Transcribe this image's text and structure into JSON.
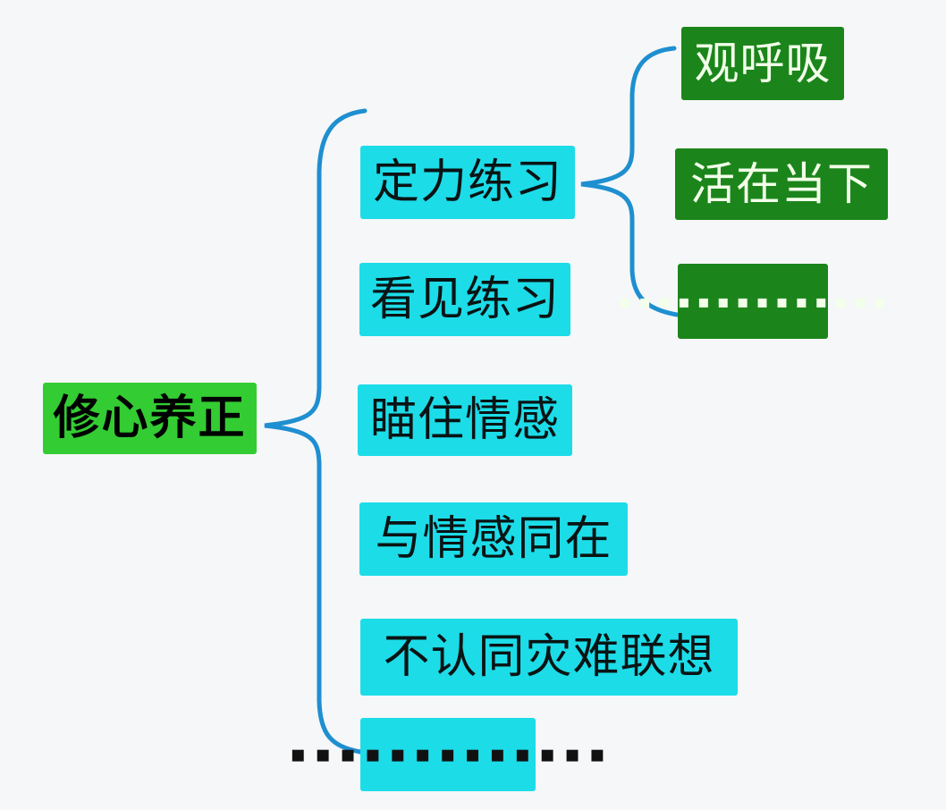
{
  "mindmap": {
    "root": {
      "label": "修心养正"
    },
    "branches": [
      {
        "label": "定力练习"
      },
      {
        "label": "看见练习"
      },
      {
        "label": "瞄住情感"
      },
      {
        "label": "与情感同在"
      },
      {
        "label": "不认同灾难联想"
      },
      {
        "label": "▪ ▪ ▪ ▪ ▪ ▪ ▪ ▪ ▪ ▪ ▪ ▪ ▪"
      }
    ],
    "leaves": [
      {
        "label": "观呼吸"
      },
      {
        "label": "活在当下"
      },
      {
        "label": "▪ ▪ ▪ ▪ ▪ ▪ ▪ ▪ ▪ ▪ ▪ ▪ ▪ ▪"
      }
    ],
    "colors": {
      "background": "#f6f7f8",
      "root_bg": "#33cc33",
      "branch_bg": "#1cdce8",
      "leaf_bg": "#1b851b",
      "connector_blue": "#1e8fd0",
      "root_text": "#000000",
      "branch_text": "#0a1414",
      "leaf_text": "#f2ffe9"
    }
  }
}
